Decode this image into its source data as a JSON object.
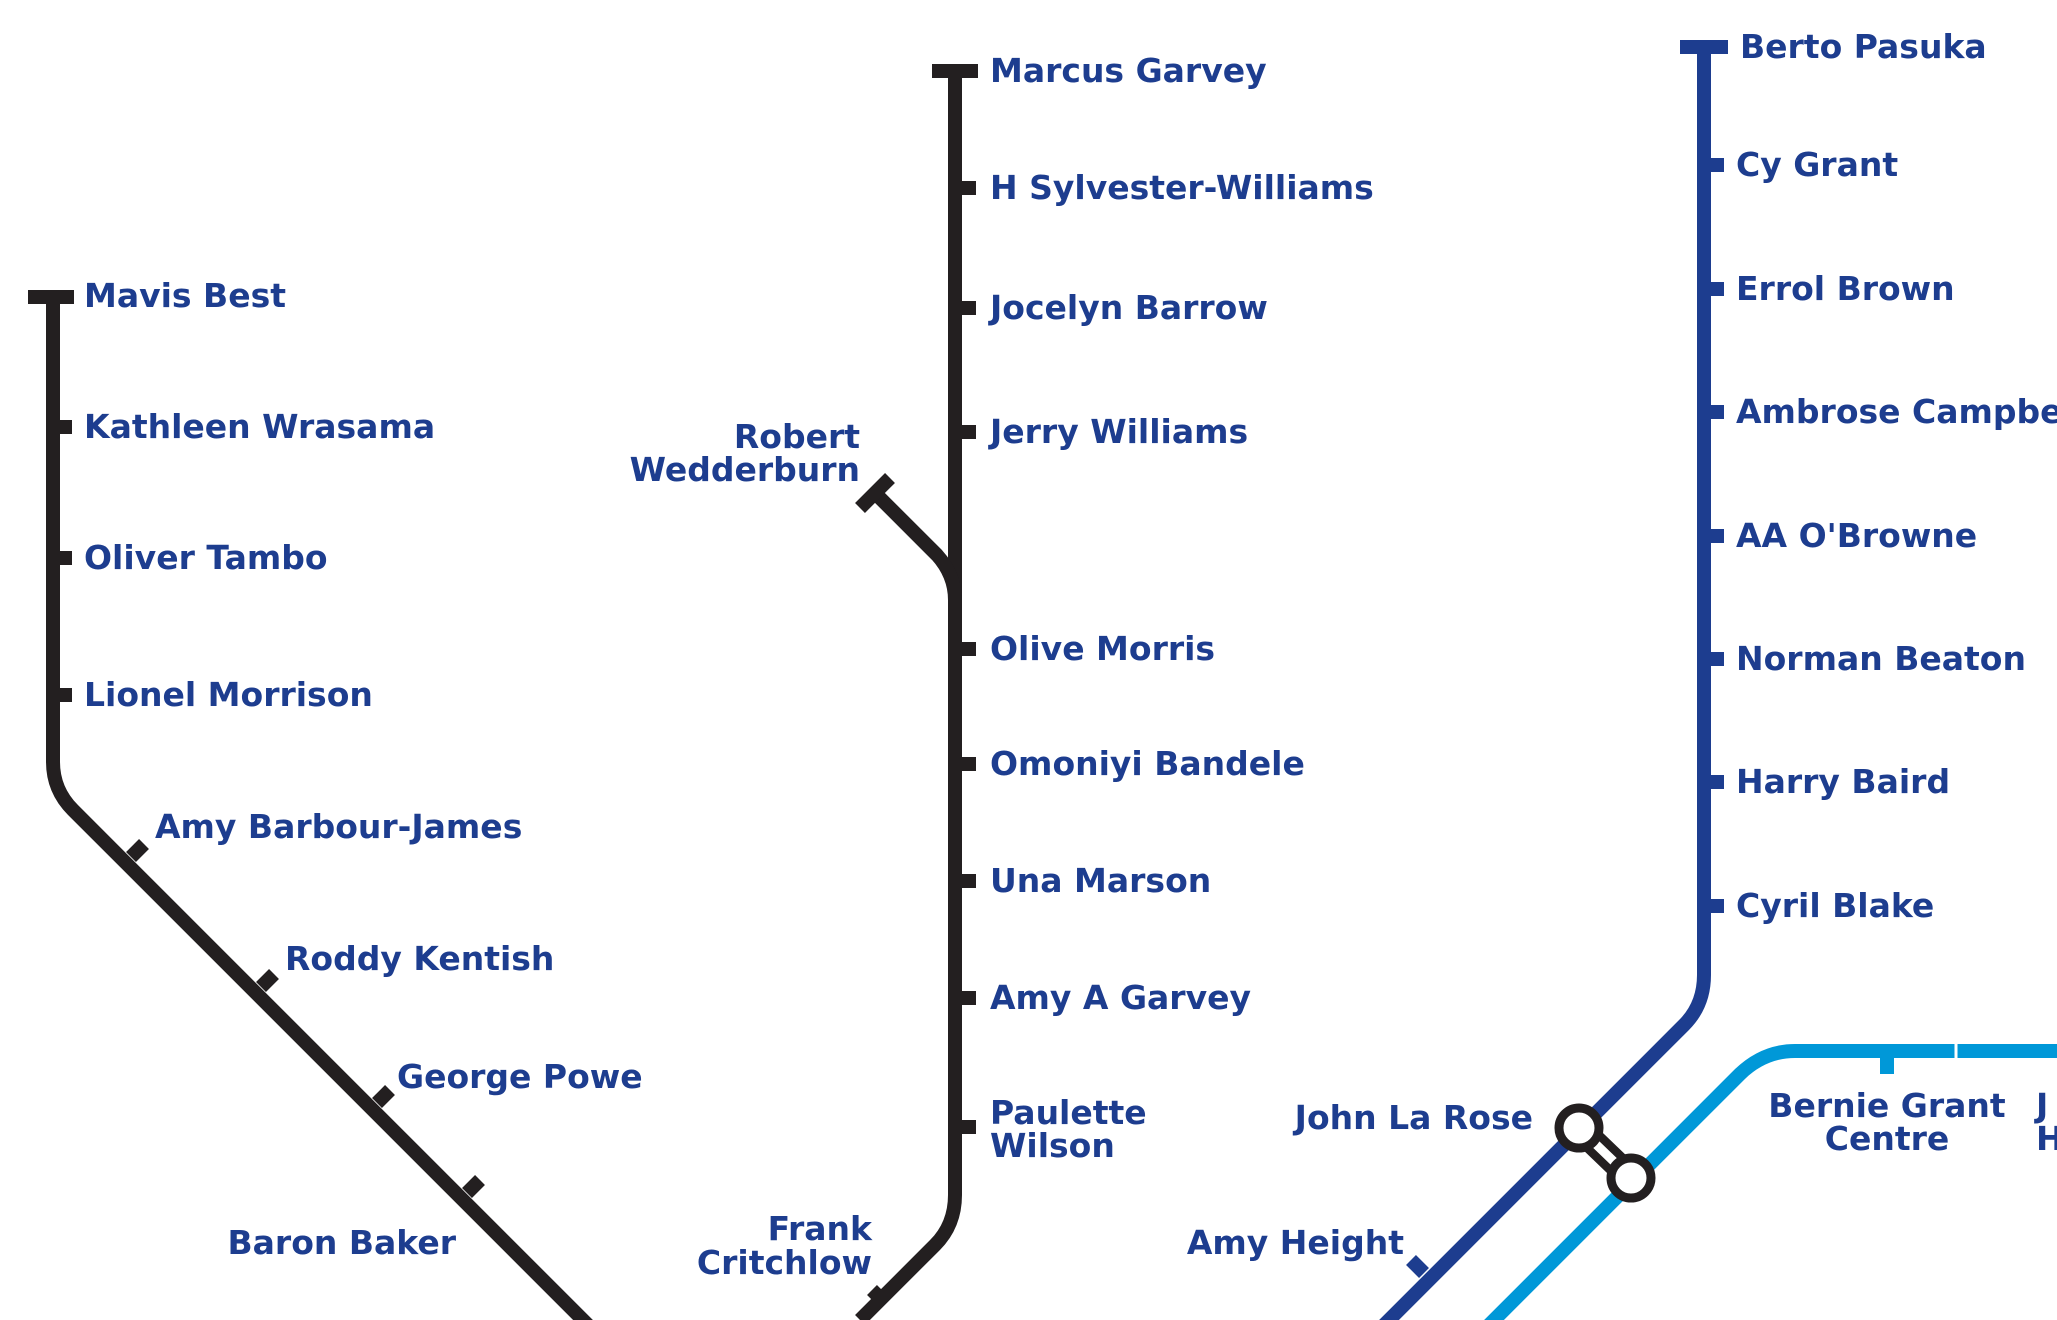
{
  "colors": {
    "black_line": "#231f20",
    "dark_blue_line": "#1d3d8f",
    "light_blue_line": "#0098d8",
    "label_text": "#1d3d8f"
  },
  "lines": {
    "left": {
      "stations": [
        "Mavis Best",
        "Kathleen Wrasama",
        "Oliver Tambo",
        "Lionel Morrison",
        "Amy Barbour-James",
        "Roddy Kentish",
        "George Powe",
        "Baron Baker"
      ]
    },
    "middle": {
      "stations": [
        "Marcus Garvey",
        "H Sylvester-Williams",
        "Jocelyn Barrow",
        "Jerry Williams",
        "Olive Morris",
        "Omoniyi Bandele",
        "Una Marson",
        "Amy A Garvey",
        "Paulette Wilson",
        "Frank Critchlow"
      ],
      "branch": {
        "stations": [
          "Robert Wedderburn"
        ]
      }
    },
    "right": {
      "stations": [
        "Berto Pasuka",
        "Cy Grant",
        "Errol Brown",
        "Ambrose Campbell",
        "AA O'Browne",
        "Norman Beaton",
        "Harry Baird",
        "Cyril Blake",
        "John La Rose",
        "Amy Height"
      ]
    },
    "light_blue": {
      "stations": [
        "Bernie Grant Centre",
        "J H"
      ]
    }
  },
  "labels": {
    "mavis_best": "Mavis Best",
    "kathleen_wrasama": "Kathleen Wrasama",
    "oliver_tambo": "Oliver Tambo",
    "lionel_morrison": "Lionel Morrison",
    "amy_barbour_james": "Amy Barbour-James",
    "roddy_kentish": "Roddy Kentish",
    "george_powe": "George Powe",
    "baron_baker": "Baron Baker",
    "marcus_garvey": "Marcus Garvey",
    "h_sylvester_williams": "H Sylvester-Williams",
    "jocelyn_barrow": "Jocelyn Barrow",
    "jerry_williams": "Jerry Williams",
    "robert_wedderburn_line1": "Robert",
    "robert_wedderburn_line2": "Wedderburn",
    "olive_morris": "Olive Morris",
    "omoniyi_bandele": "Omoniyi Bandele",
    "una_marson": "Una Marson",
    "amy_a_garvey": "Amy A Garvey",
    "paulette_wilson_line1": "Paulette",
    "paulette_wilson_line2": "Wilson",
    "frank_critchlow_line1": "Frank",
    "frank_critchlow_line2": "Critchlow",
    "berto_pasuka": "Berto Pasuka",
    "cy_grant": "Cy Grant",
    "errol_brown": "Errol Brown",
    "ambrose_campbell": "Ambrose Campbell",
    "aa_obrowne": "AA O'Browne",
    "norman_beaton": "Norman Beaton",
    "harry_baird": "Harry Baird",
    "cyril_blake": "Cyril Blake",
    "john_la_rose": "John La Rose",
    "amy_height": "Amy Height",
    "bernie_grant_line1": "Bernie Grant",
    "bernie_grant_line2": "Centre",
    "cut_label_line1": "J",
    "cut_label_line2": "H"
  }
}
